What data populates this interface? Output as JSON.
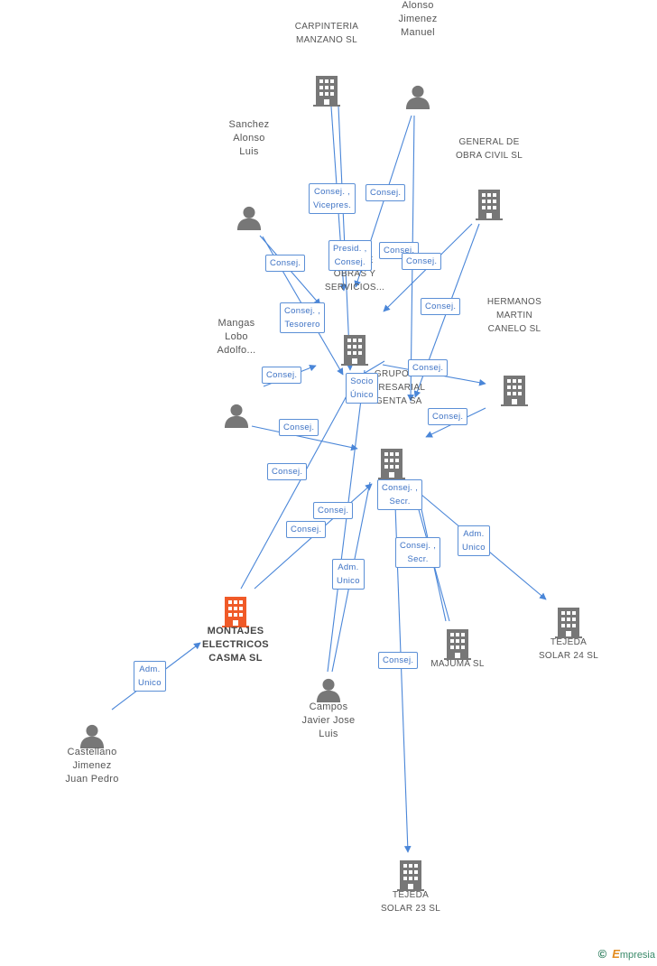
{
  "colors": {
    "edge": "#4a86d8",
    "company": "#777777",
    "person": "#777777",
    "focus": "#f05a28"
  },
  "nodes": [
    {
      "id": "carpinteria",
      "kind": "company",
      "lines": [
        "CARPINTERIA",
        "MANZANO SL"
      ]
    },
    {
      "id": "alonso_jm",
      "kind": "person",
      "lines": [
        "Alonso",
        "Jimenez",
        "Manuel"
      ]
    },
    {
      "id": "sanchez",
      "kind": "person",
      "lines": [
        "Sanchez",
        "Alonso",
        "Luis"
      ]
    },
    {
      "id": "general_obra",
      "kind": "company",
      "lines": [
        "GENERAL DE",
        "OBRA CIVIL SL"
      ]
    },
    {
      "id": "gem",
      "kind": "company",
      "lines": [
        "GEM DE",
        "OBRAS Y",
        "SERVICIOS..."
      ]
    },
    {
      "id": "hermanos",
      "kind": "company",
      "lines": [
        "HERMANOS",
        "MARTIN",
        "CANELO SL"
      ]
    },
    {
      "id": "mangas",
      "kind": "person",
      "lines": [
        "Mangas",
        "Lobo",
        "Adolfo..."
      ]
    },
    {
      "id": "grupo",
      "kind": "company",
      "lines": [
        "GRUPO",
        "EMPRESARIAL",
        "MAGENTA SA"
      ]
    },
    {
      "id": "montajes",
      "kind": "focus",
      "lines": [
        "MONTAJES",
        "ELECTRICOS",
        "CASMA SL"
      ]
    },
    {
      "id": "tejeda24",
      "kind": "company",
      "lines": [
        "TEJEDA",
        "SOLAR 24 SL"
      ]
    },
    {
      "id": "majuma",
      "kind": "company",
      "lines": [
        "MAJUMA  SL"
      ]
    },
    {
      "id": "castellano",
      "kind": "person",
      "lines": [
        "Castellano",
        "Jimenez",
        "Juan Pedro"
      ]
    },
    {
      "id": "campos",
      "kind": "person",
      "lines": [
        "Campos",
        "Javier Jose",
        "Luis"
      ]
    },
    {
      "id": "tejeda23",
      "kind": "company",
      "lines": [
        "TEJEDA",
        "SOLAR 23 SL"
      ]
    }
  ],
  "edge_labels": [
    {
      "id": "e1",
      "lines": [
        "Consej. ,",
        "Vicepres."
      ]
    },
    {
      "id": "e2",
      "lines": [
        "Consej."
      ]
    },
    {
      "id": "e3",
      "lines": [
        "Presid. ,",
        "Consej."
      ]
    },
    {
      "id": "e4",
      "lines": [
        "Consej."
      ]
    },
    {
      "id": "e5",
      "lines": [
        "Consej."
      ]
    },
    {
      "id": "e6",
      "lines": [
        "Consej."
      ]
    },
    {
      "id": "e7",
      "lines": [
        "Consej. ,",
        "Tesorero"
      ]
    },
    {
      "id": "e8",
      "lines": [
        "Consej."
      ]
    },
    {
      "id": "e9",
      "lines": [
        "Consej."
      ]
    },
    {
      "id": "e10",
      "lines": [
        "Socio",
        "Único"
      ]
    },
    {
      "id": "e11",
      "lines": [
        "Consej."
      ]
    },
    {
      "id": "e12",
      "lines": [
        "Consej."
      ]
    },
    {
      "id": "e13",
      "lines": [
        "Consej."
      ]
    },
    {
      "id": "e14",
      "lines": [
        "Consej. ,",
        "Secr."
      ]
    },
    {
      "id": "e15",
      "lines": [
        "Consej."
      ]
    },
    {
      "id": "e16",
      "lines": [
        "Consej."
      ]
    },
    {
      "id": "e17",
      "lines": [
        "Adm.",
        "Unico"
      ]
    },
    {
      "id": "e18",
      "lines": [
        "Consej. ,",
        "Secr."
      ]
    },
    {
      "id": "e19",
      "lines": [
        "Consej."
      ]
    },
    {
      "id": "e20",
      "lines": [
        "Adm.",
        "Unico"
      ]
    },
    {
      "id": "e21",
      "lines": [
        "Adm.",
        "Unico"
      ]
    },
    {
      "id": "e22",
      "lines": [
        "Consej."
      ]
    }
  ],
  "brand": {
    "copyright": "©",
    "first_letter": "E",
    "rest": "mpresia"
  }
}
